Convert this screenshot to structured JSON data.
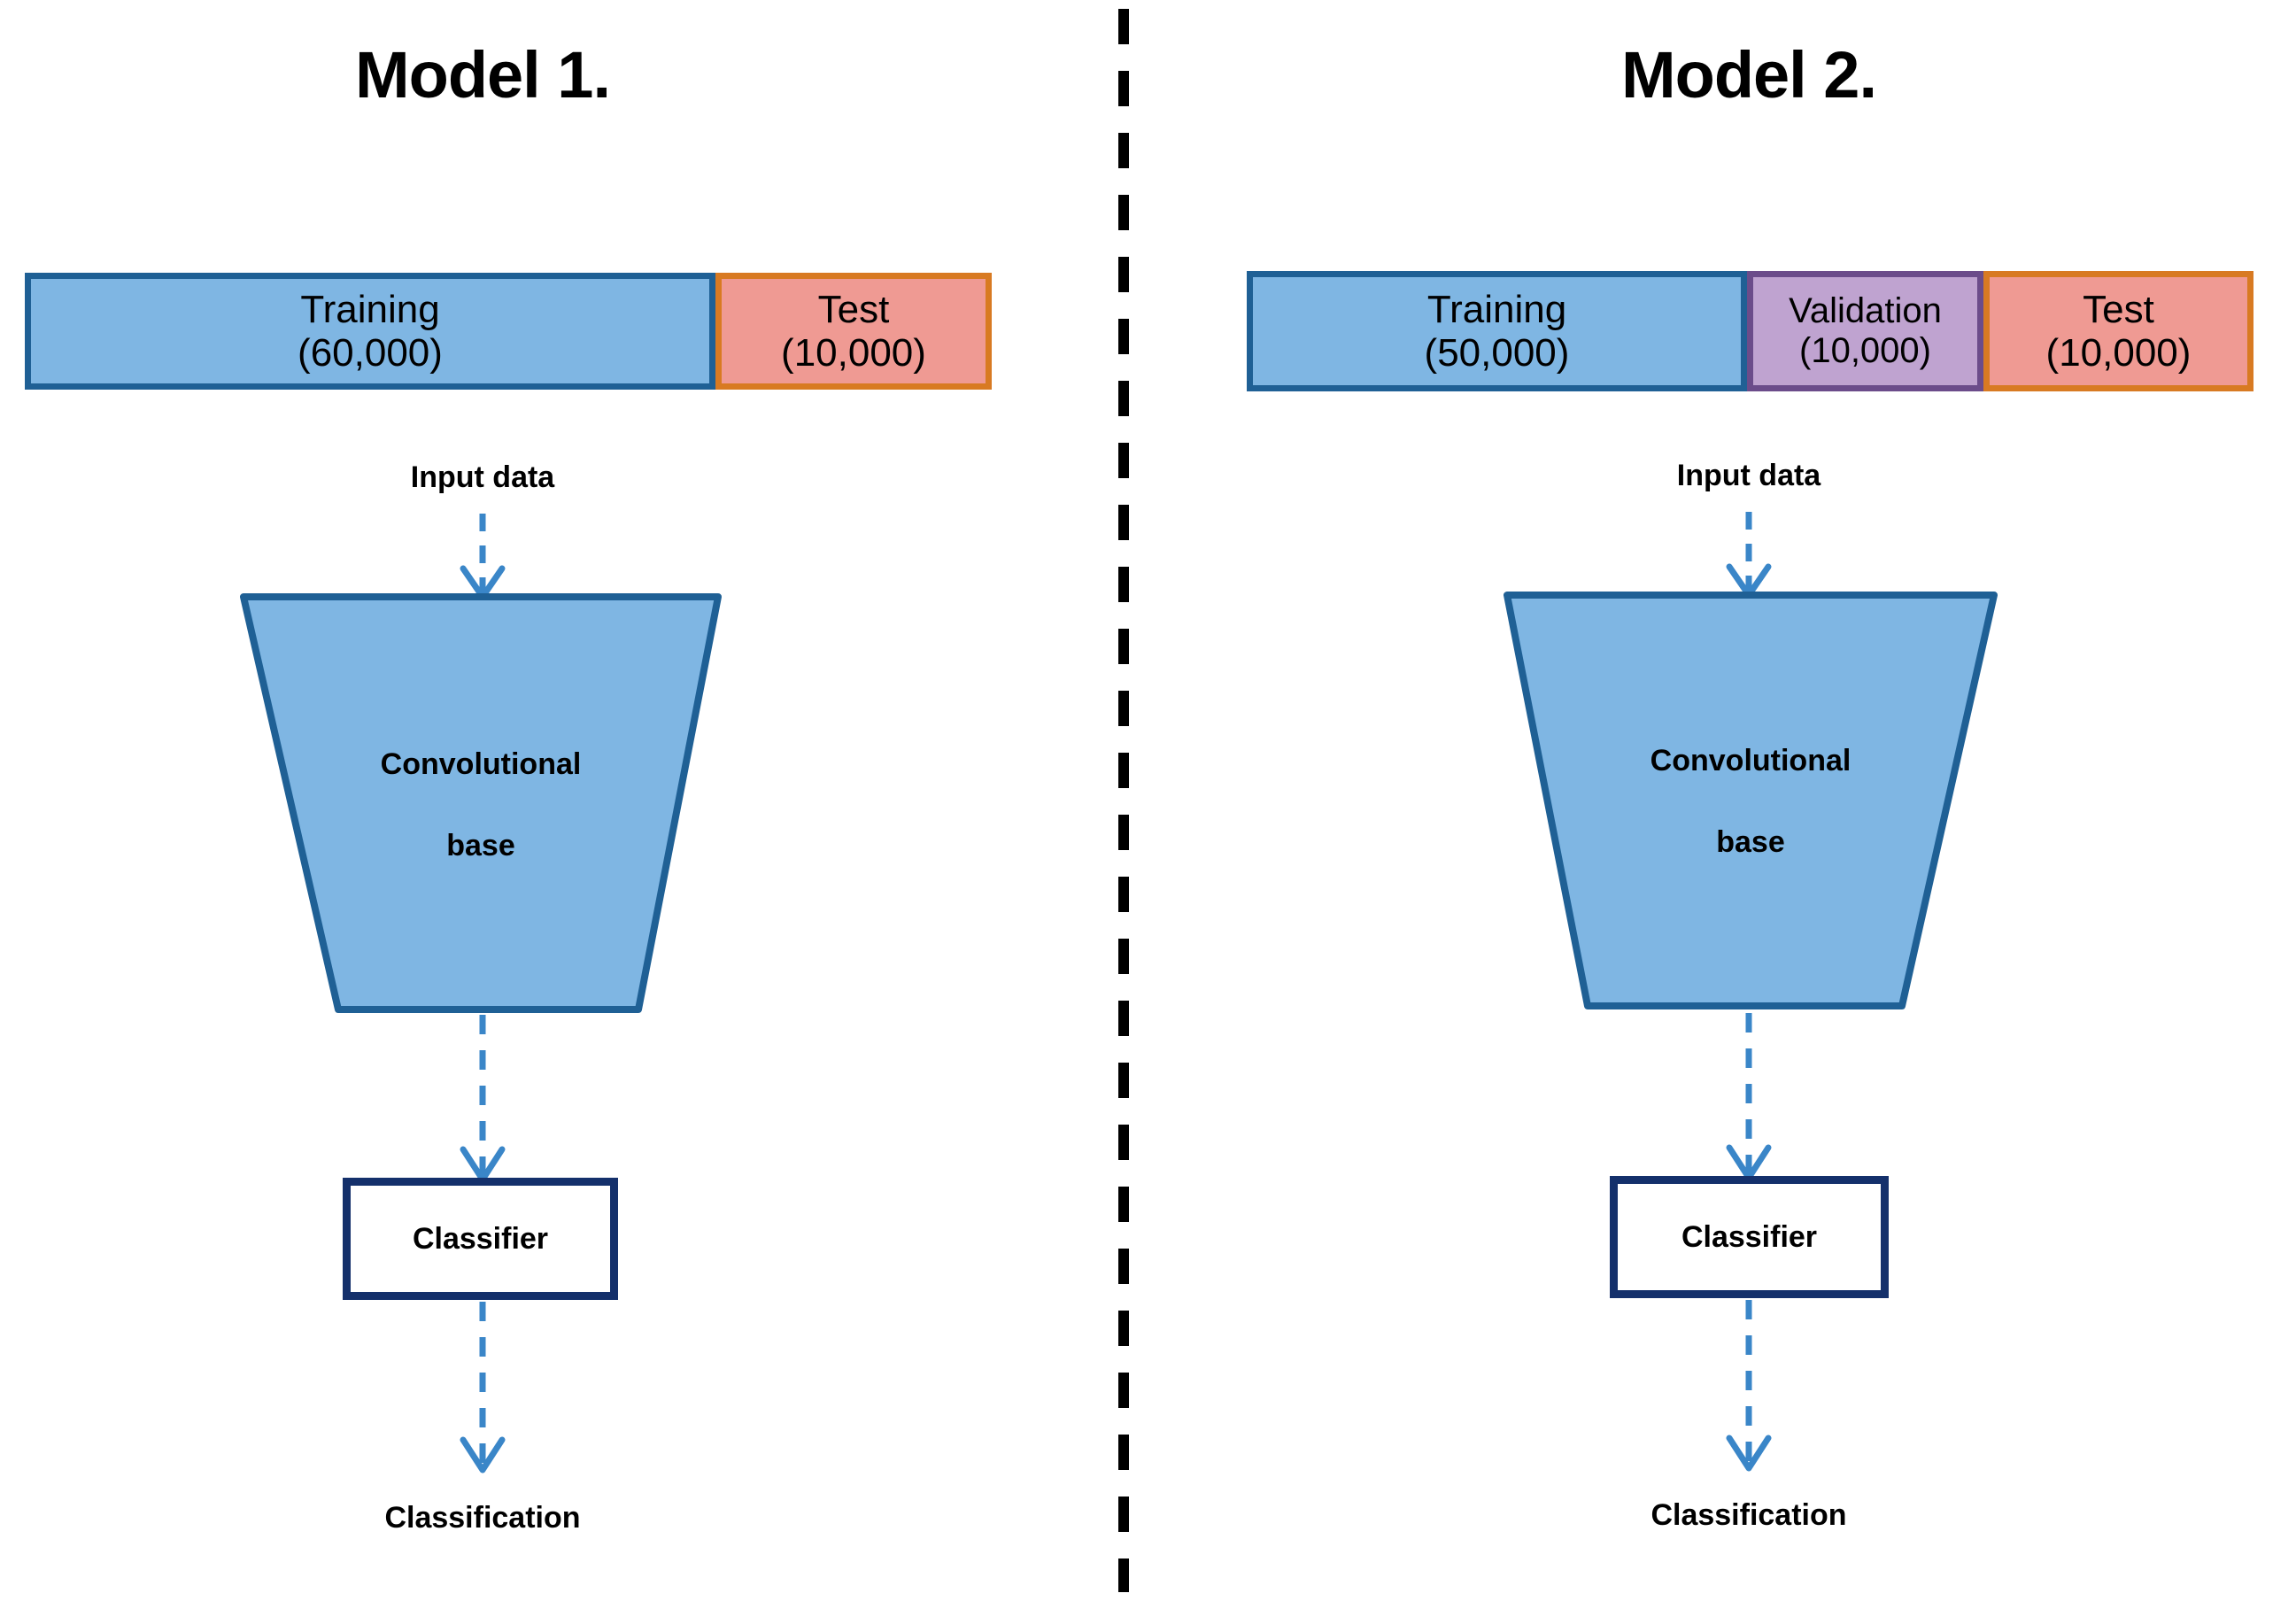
{
  "figure": {
    "title_left": "Model 1.",
    "title_right": "Model 2."
  },
  "colors": {
    "training_fill": "#7FB6E3",
    "training_border": "#1F6095",
    "validation_fill": "#BFA3D0",
    "validation_border": "#6B4C8A",
    "test_fill": "#EF9A93",
    "test_border": "#D87A22",
    "classifier_border": "#14306B",
    "arrow": "#3A86C8",
    "divider": "#000000",
    "background": "#FFFFFF"
  },
  "model1": {
    "title": "Model 1.",
    "dataset_bar": [
      {
        "name": "Training",
        "count": "(60,000)",
        "kind": "training"
      },
      {
        "name": "Test",
        "count": "(10,000)",
        "kind": "test"
      }
    ],
    "input_label": "Input data",
    "conv_base_line1": "Convolutional",
    "conv_base_line2": "base",
    "classifier_label": "Classifier",
    "output_label": "Classification"
  },
  "model2": {
    "title": "Model 2.",
    "dataset_bar": [
      {
        "name": "Training",
        "count": "(50,000)",
        "kind": "training"
      },
      {
        "name": "Validation",
        "count": "(10,000)",
        "kind": "validation"
      },
      {
        "name": "Test",
        "count": "(10,000)",
        "kind": "test"
      }
    ],
    "input_label": "Input data",
    "conv_base_line1": "Convolutional",
    "conv_base_line2": "base",
    "classifier_label": "Classifier",
    "output_label": "Classification"
  },
  "chart_data": {
    "type": "diagram",
    "title": "Dataset split and CNN pipeline comparison",
    "panels": [
      {
        "label": "Model 1.",
        "splits": [
          {
            "name": "Training",
            "value": 60000,
            "display": "(60,000)",
            "width_fraction": 0.714
          },
          {
            "name": "Test",
            "value": 10000,
            "display": "(10,000)",
            "width_fraction": 0.286
          }
        ],
        "pipeline": [
          "Input data",
          "Convolutional base",
          "Classifier",
          "Classification"
        ]
      },
      {
        "label": "Model 2.",
        "splits": [
          {
            "name": "Training",
            "value": 50000,
            "display": "(50,000)",
            "width_fraction": 0.497
          },
          {
            "name": "Validation",
            "value": 10000,
            "display": "(10,000)",
            "width_fraction": 0.235
          },
          {
            "name": "Test",
            "value": 10000,
            "display": "(10,000)",
            "width_fraction": 0.268
          }
        ],
        "pipeline": [
          "Input data",
          "Convolutional base",
          "Classifier",
          "Classification"
        ]
      }
    ]
  }
}
